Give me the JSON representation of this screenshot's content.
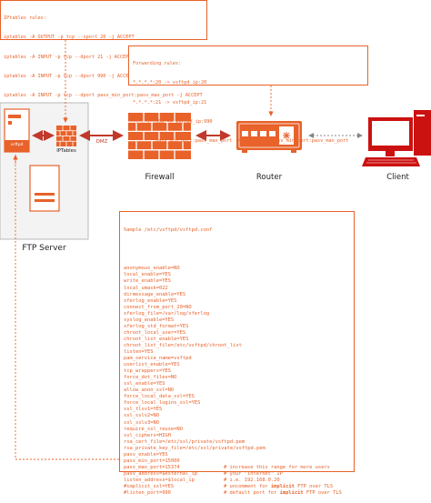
{
  "colors": {
    "accent": "#e8622a",
    "dark_red": "#c0392b",
    "client": "#cc1111",
    "gray": "#888888"
  },
  "iptables": {
    "title": "IPtables rules:",
    "rules": [
      "iptables -A OUTPUT -p tcp --sport 20 -j ACCEPT",
      "iptables -A INPUT -p tcp --dport 21 -j ACCEPT",
      "iptables -A INPUT -p tcp --dport 990 -j ACCEPT",
      "iptables -A INPUT -p tcp --dport pasv_min_port:pasv_max_port -j ACCEPT"
    ]
  },
  "forwarding": {
    "title": "Forwarding rules:",
    "rules": [
      "*.*.*.*:20 -> vsftpd_ip:20",
      "*.*.*.*:21 -> vsftpd_ip:21",
      "*.*.*.*:990 -> vsftpd_ip:990",
      "*.*.*.*:pasv_min_port:pasv_max_port -> vsftpd_ip:pasv_min_port:pasv_max_port"
    ]
  },
  "nodes": {
    "server_label": "FTP Server",
    "vsftpd_label": "vsftpd",
    "iptables_label": "IPTables",
    "dmz_label": "DMZ",
    "firewall_label": "Firewall",
    "router_label": "Router",
    "client_label": "Client"
  },
  "config": {
    "title": "%ample /etc/vsftpd/vsftpd.conf",
    "lines": [
      "anonymous_enable=NO",
      "local_enable=YES",
      "write_enable=YES",
      "local_umask=022",
      "dirmessage_enable=YES",
      "xferlog_enable=YES",
      "connect_from_port_20=NO",
      "xferlog_file=/var/log/xferlog",
      "syslog_enable=YES",
      "xferlog_std_format=YES",
      "chroot_local_user=YES",
      "chroot_list_enable=YES",
      "chroot_list_file=/etc/vsftpd/chroot_list",
      "listen=YES",
      "pam_service_name=vsftpd",
      "userlist_enable=YES",
      "tcp_wrappers=YES",
      "force_dot_files=NO",
      "ssl_enable=YES",
      "allow_anon_ssl=NO",
      "force_local_data_ssl=YES",
      "force_local_logins_ssl=YES",
      "ssl_tlsv1=YES",
      "ssl_sslv2=NO",
      "ssl_sslv3=NO",
      "require_ssl_reuse=NO",
      "ssl_ciphers=HIGH",
      "rsa_cert_file=/etc/ssl/private/vsftpd.pem",
      "rsa_private_key_file=/etc/ssl/private/vsftpd.pem",
      "pasv_enable=YES",
      "pasv_min_port=15000",
      "pasv_max_port=15374",
      "pasv_address=$external_ip",
      "listen_address=$local_ip",
      "#implicit_ssl=YES",
      "#listen_port=990"
    ],
    "comments": [
      {
        "line": 31,
        "pre": "# increase this range for more users",
        "bold": "",
        "post": ""
      },
      {
        "line": 32,
        "pre": "# your \"internet\" IP",
        "bold": "",
        "post": ""
      },
      {
        "line": 33,
        "pre": "# i.e. 192.168.0.20",
        "bold": "",
        "post": ""
      },
      {
        "line": 34,
        "pre": "# uncomment for ",
        "bold": "implicit",
        "post": " FTP over TLS"
      },
      {
        "line": 35,
        "pre": "# default port for ",
        "bold": "implicit",
        "post": " FTP over TLS"
      }
    ]
  }
}
